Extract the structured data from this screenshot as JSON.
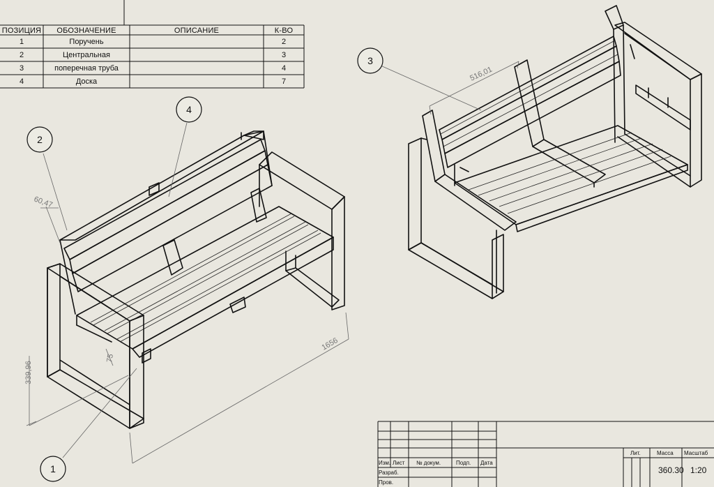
{
  "parts_table": {
    "headers": [
      "ПОЗИЦИЯ",
      "ОБОЗНАЧЕНИЕ",
      "ОПИСАНИЕ",
      "К-ВО"
    ],
    "rows": [
      {
        "pos": "1",
        "name": "Поручень",
        "desc": "",
        "qty": "2"
      },
      {
        "pos": "2",
        "name": "Центральная",
        "desc": "",
        "qty": "3"
      },
      {
        "pos": "3",
        "name": "поперечная труба",
        "desc": "",
        "qty": "4"
      },
      {
        "pos": "4",
        "name": "Доска",
        "desc": "",
        "qty": "7"
      }
    ]
  },
  "balloons": {
    "b1": "1",
    "b2": "2",
    "b3": "3",
    "b4": "4"
  },
  "dimensions": {
    "length": "1656",
    "height": "339,96",
    "depth": "60,47",
    "small": "75",
    "span": "516,01"
  },
  "title_block": {
    "izm": "Изм.",
    "list": "Лист",
    "docnum": "№ докум.",
    "podp": "Подп.",
    "data": "Дата",
    "razrab": "Разраб.",
    "prov": "Пров.",
    "lit": "Лит.",
    "massa": "Масса",
    "masshtab": "Масштаб",
    "mass_value": "360.30",
    "scale_value": "1:20"
  }
}
